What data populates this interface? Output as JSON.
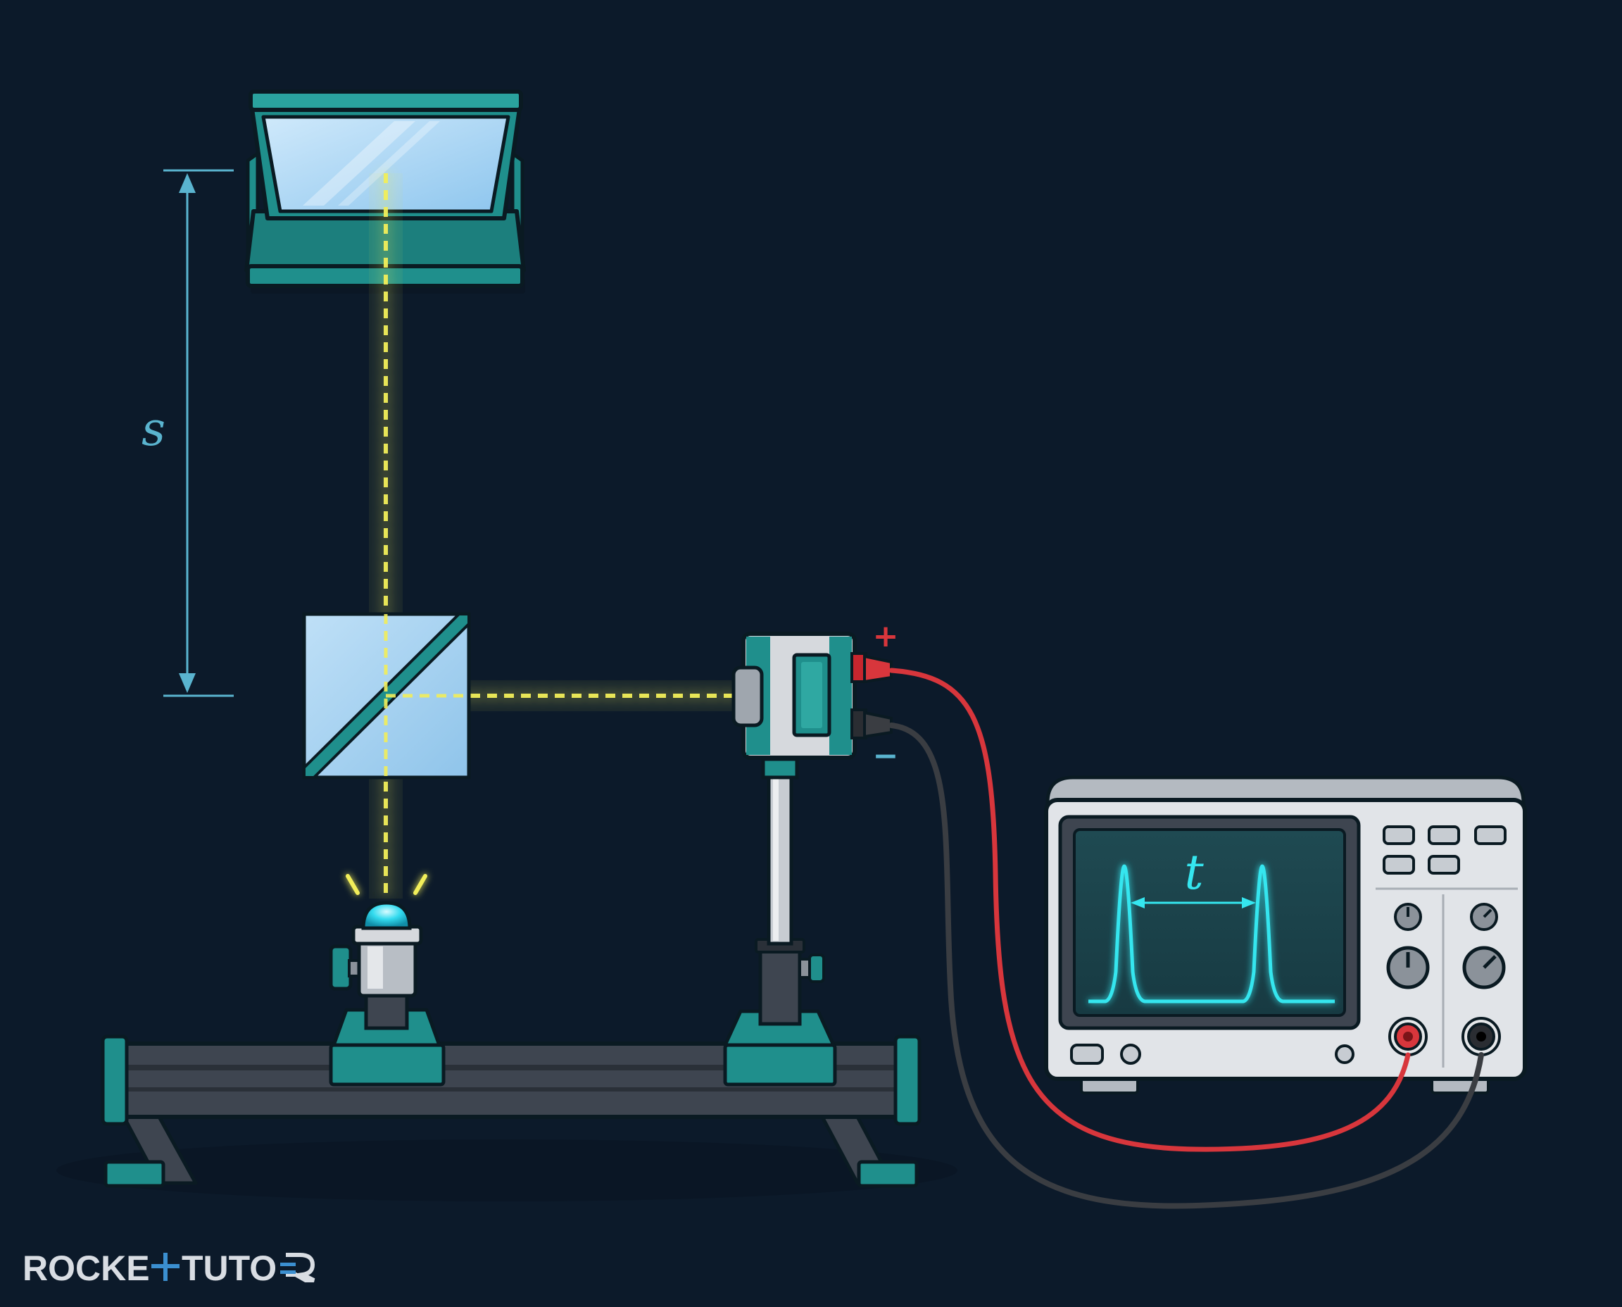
{
  "diagram": {
    "distance_label": "s",
    "time_label": "t",
    "terminal_positive": "+",
    "terminal_negative": "−"
  },
  "logo": {
    "part1": "ROCKE",
    "part2": "TUTO"
  },
  "colors": {
    "background": "#0c1a2a",
    "teal": "#1f8f8c",
    "teal_light": "#3bb5ae",
    "beam": "#f2ee5a",
    "scope_trace": "#35e6ef",
    "dimension_line": "#5ab4cf",
    "wire_red": "#d8363c",
    "wire_black": "#3a3d42",
    "logo": "#d9dde3"
  },
  "icons": [
    "mirror-icon",
    "beam-splitter-icon",
    "light-source-icon",
    "photodetector-icon",
    "oscilloscope-icon",
    "optical-rail-icon"
  ]
}
